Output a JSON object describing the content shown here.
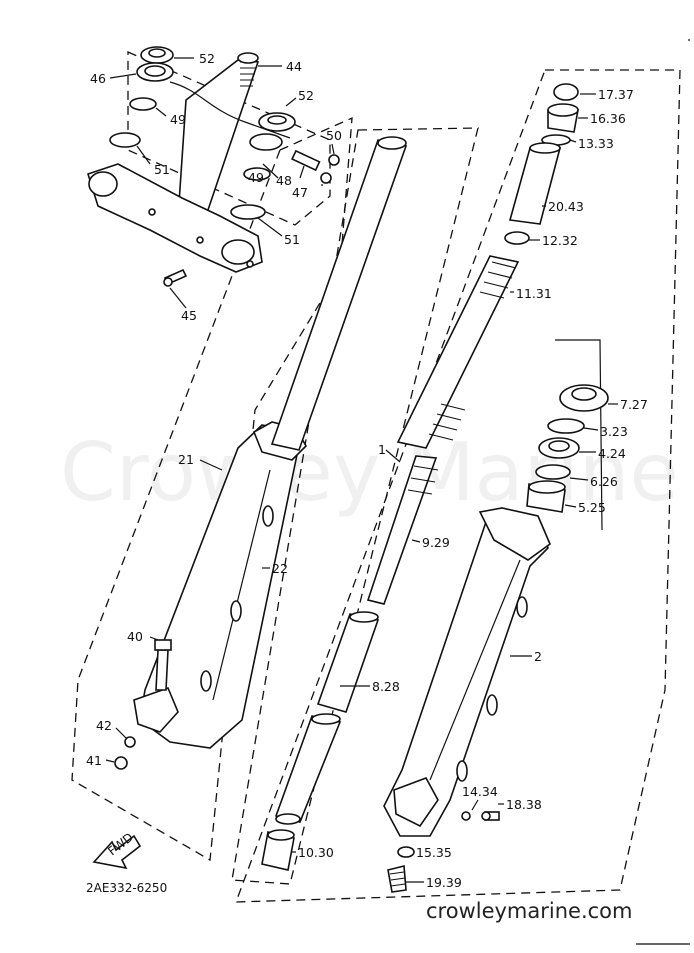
{
  "diagram_code": "2AE332-6250",
  "watermark": "Crowley Marine",
  "site": "crowleymarine.com",
  "fwd_label": "FWD",
  "callouts": [
    {
      "id": "c52a",
      "text": "52"
    },
    {
      "id": "c44",
      "text": "44"
    },
    {
      "id": "c46",
      "text": "46"
    },
    {
      "id": "c49a",
      "text": "49"
    },
    {
      "id": "c52b",
      "text": "52"
    },
    {
      "id": "c50",
      "text": "50"
    },
    {
      "id": "c51a",
      "text": "51"
    },
    {
      "id": "c49b",
      "text": "49"
    },
    {
      "id": "c48",
      "text": "48"
    },
    {
      "id": "c47",
      "text": "47"
    },
    {
      "id": "c51b",
      "text": "51"
    },
    {
      "id": "c45",
      "text": "45"
    },
    {
      "id": "c1737",
      "text": "17.37"
    },
    {
      "id": "c1636",
      "text": "16.36"
    },
    {
      "id": "c1333",
      "text": "13.33"
    },
    {
      "id": "c2043",
      "text": "20.43"
    },
    {
      "id": "c1232",
      "text": "12.32"
    },
    {
      "id": "c1131",
      "text": "11.31"
    },
    {
      "id": "c727",
      "text": "7.27"
    },
    {
      "id": "c323",
      "text": "3.23"
    },
    {
      "id": "c424",
      "text": "4.24"
    },
    {
      "id": "c626",
      "text": "6.26"
    },
    {
      "id": "c525",
      "text": "5.25"
    },
    {
      "id": "c1",
      "text": "1"
    },
    {
      "id": "c21",
      "text": "21"
    },
    {
      "id": "c22",
      "text": "22"
    },
    {
      "id": "c929",
      "text": "9.29"
    },
    {
      "id": "c2",
      "text": "2"
    },
    {
      "id": "c40",
      "text": "40"
    },
    {
      "id": "c828",
      "text": "8.28"
    },
    {
      "id": "c42",
      "text": "42"
    },
    {
      "id": "c41",
      "text": "41"
    },
    {
      "id": "c1434",
      "text": "14.34"
    },
    {
      "id": "c1838",
      "text": "18.38"
    },
    {
      "id": "c1030",
      "text": "10.30"
    },
    {
      "id": "c1535",
      "text": "15.35"
    },
    {
      "id": "c1939",
      "text": "19.39"
    }
  ]
}
